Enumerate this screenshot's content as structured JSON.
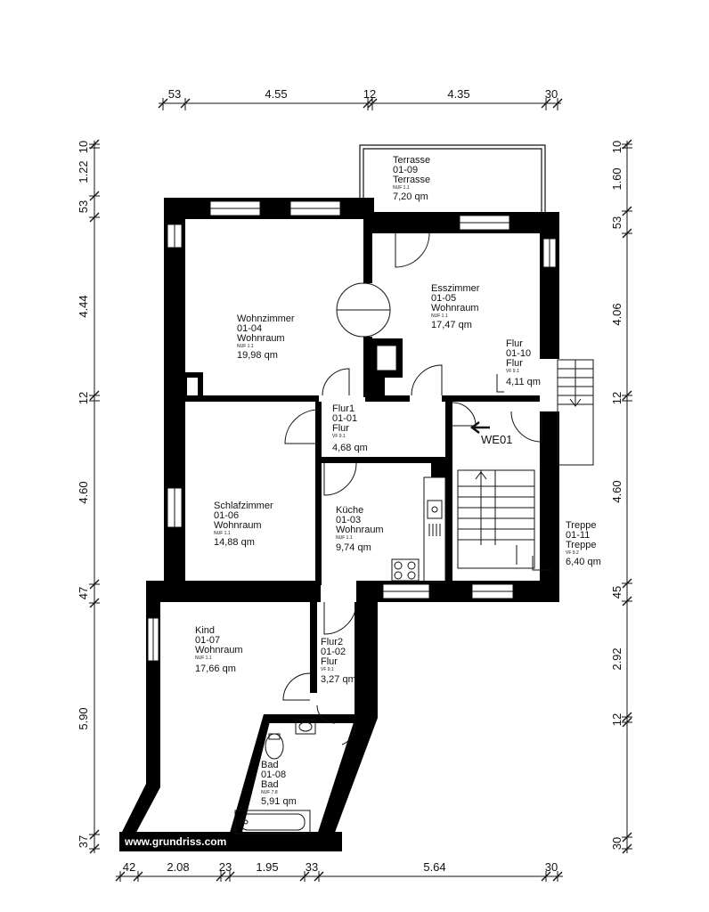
{
  "dimensions": {
    "top": [
      "53",
      "4.55",
      "12",
      "4.35",
      "30"
    ],
    "bottom": [
      "42",
      "2.08",
      "23",
      "1.95",
      "33",
      "5.64",
      "30"
    ],
    "left": [
      "10",
      "1.22",
      "53",
      "4.44",
      "12",
      "4.60",
      "47",
      "5.90",
      "37"
    ],
    "right": [
      "10",
      "1.60",
      "53",
      "4.06",
      "12",
      "4.60",
      "45",
      "2.92",
      "12",
      "30"
    ]
  },
  "rooms": [
    {
      "name": "Terrasse",
      "id": "01-09",
      "type": "Terrasse",
      "code": "NUF 1.1",
      "area": "7,20 qm"
    },
    {
      "name": "Esszimmer",
      "id": "01-05",
      "type": "Wohnraum",
      "code": "NUF 1.1",
      "area": "17,47 qm"
    },
    {
      "name": "Wohnzimmer",
      "id": "01-04",
      "type": "Wohnraum",
      "code": "NUF 1.1",
      "area": "19,98 qm"
    },
    {
      "name": "Flur",
      "id": "01-10",
      "type": "Flur",
      "code": "VF 9.1",
      "area": "4,11 qm"
    },
    {
      "name": "Flur1",
      "id": "01-01",
      "type": "Flur",
      "code": "VF 9.1",
      "area": "4,68 qm"
    },
    {
      "name": "Schlafzimmer",
      "id": "01-06",
      "type": "Wohnraum",
      "code": "NUF 1.1",
      "area": "14,88 qm"
    },
    {
      "name": "Küche",
      "id": "01-03",
      "type": "Wohnraum",
      "code": "NUF 1.1",
      "area": "9,74 qm"
    },
    {
      "name": "Treppe",
      "id": "01-11",
      "type": "Treppe",
      "code": "VF 9.2",
      "area": "6,40 qm"
    },
    {
      "name": "Kind",
      "id": "01-07",
      "type": "Wohnraum",
      "code": "NUF 1.1",
      "area": "17,66 qm"
    },
    {
      "name": "Flur2",
      "id": "01-02",
      "type": "Flur",
      "code": "VF 9.1",
      "area": "3,27 qm"
    },
    {
      "name": "Bad",
      "id": "01-08",
      "type": "Bad",
      "code": "NUF 7.8",
      "area": "5,91 qm"
    }
  ],
  "unit_label": "WE01",
  "watermark": "www.grundriss.com"
}
